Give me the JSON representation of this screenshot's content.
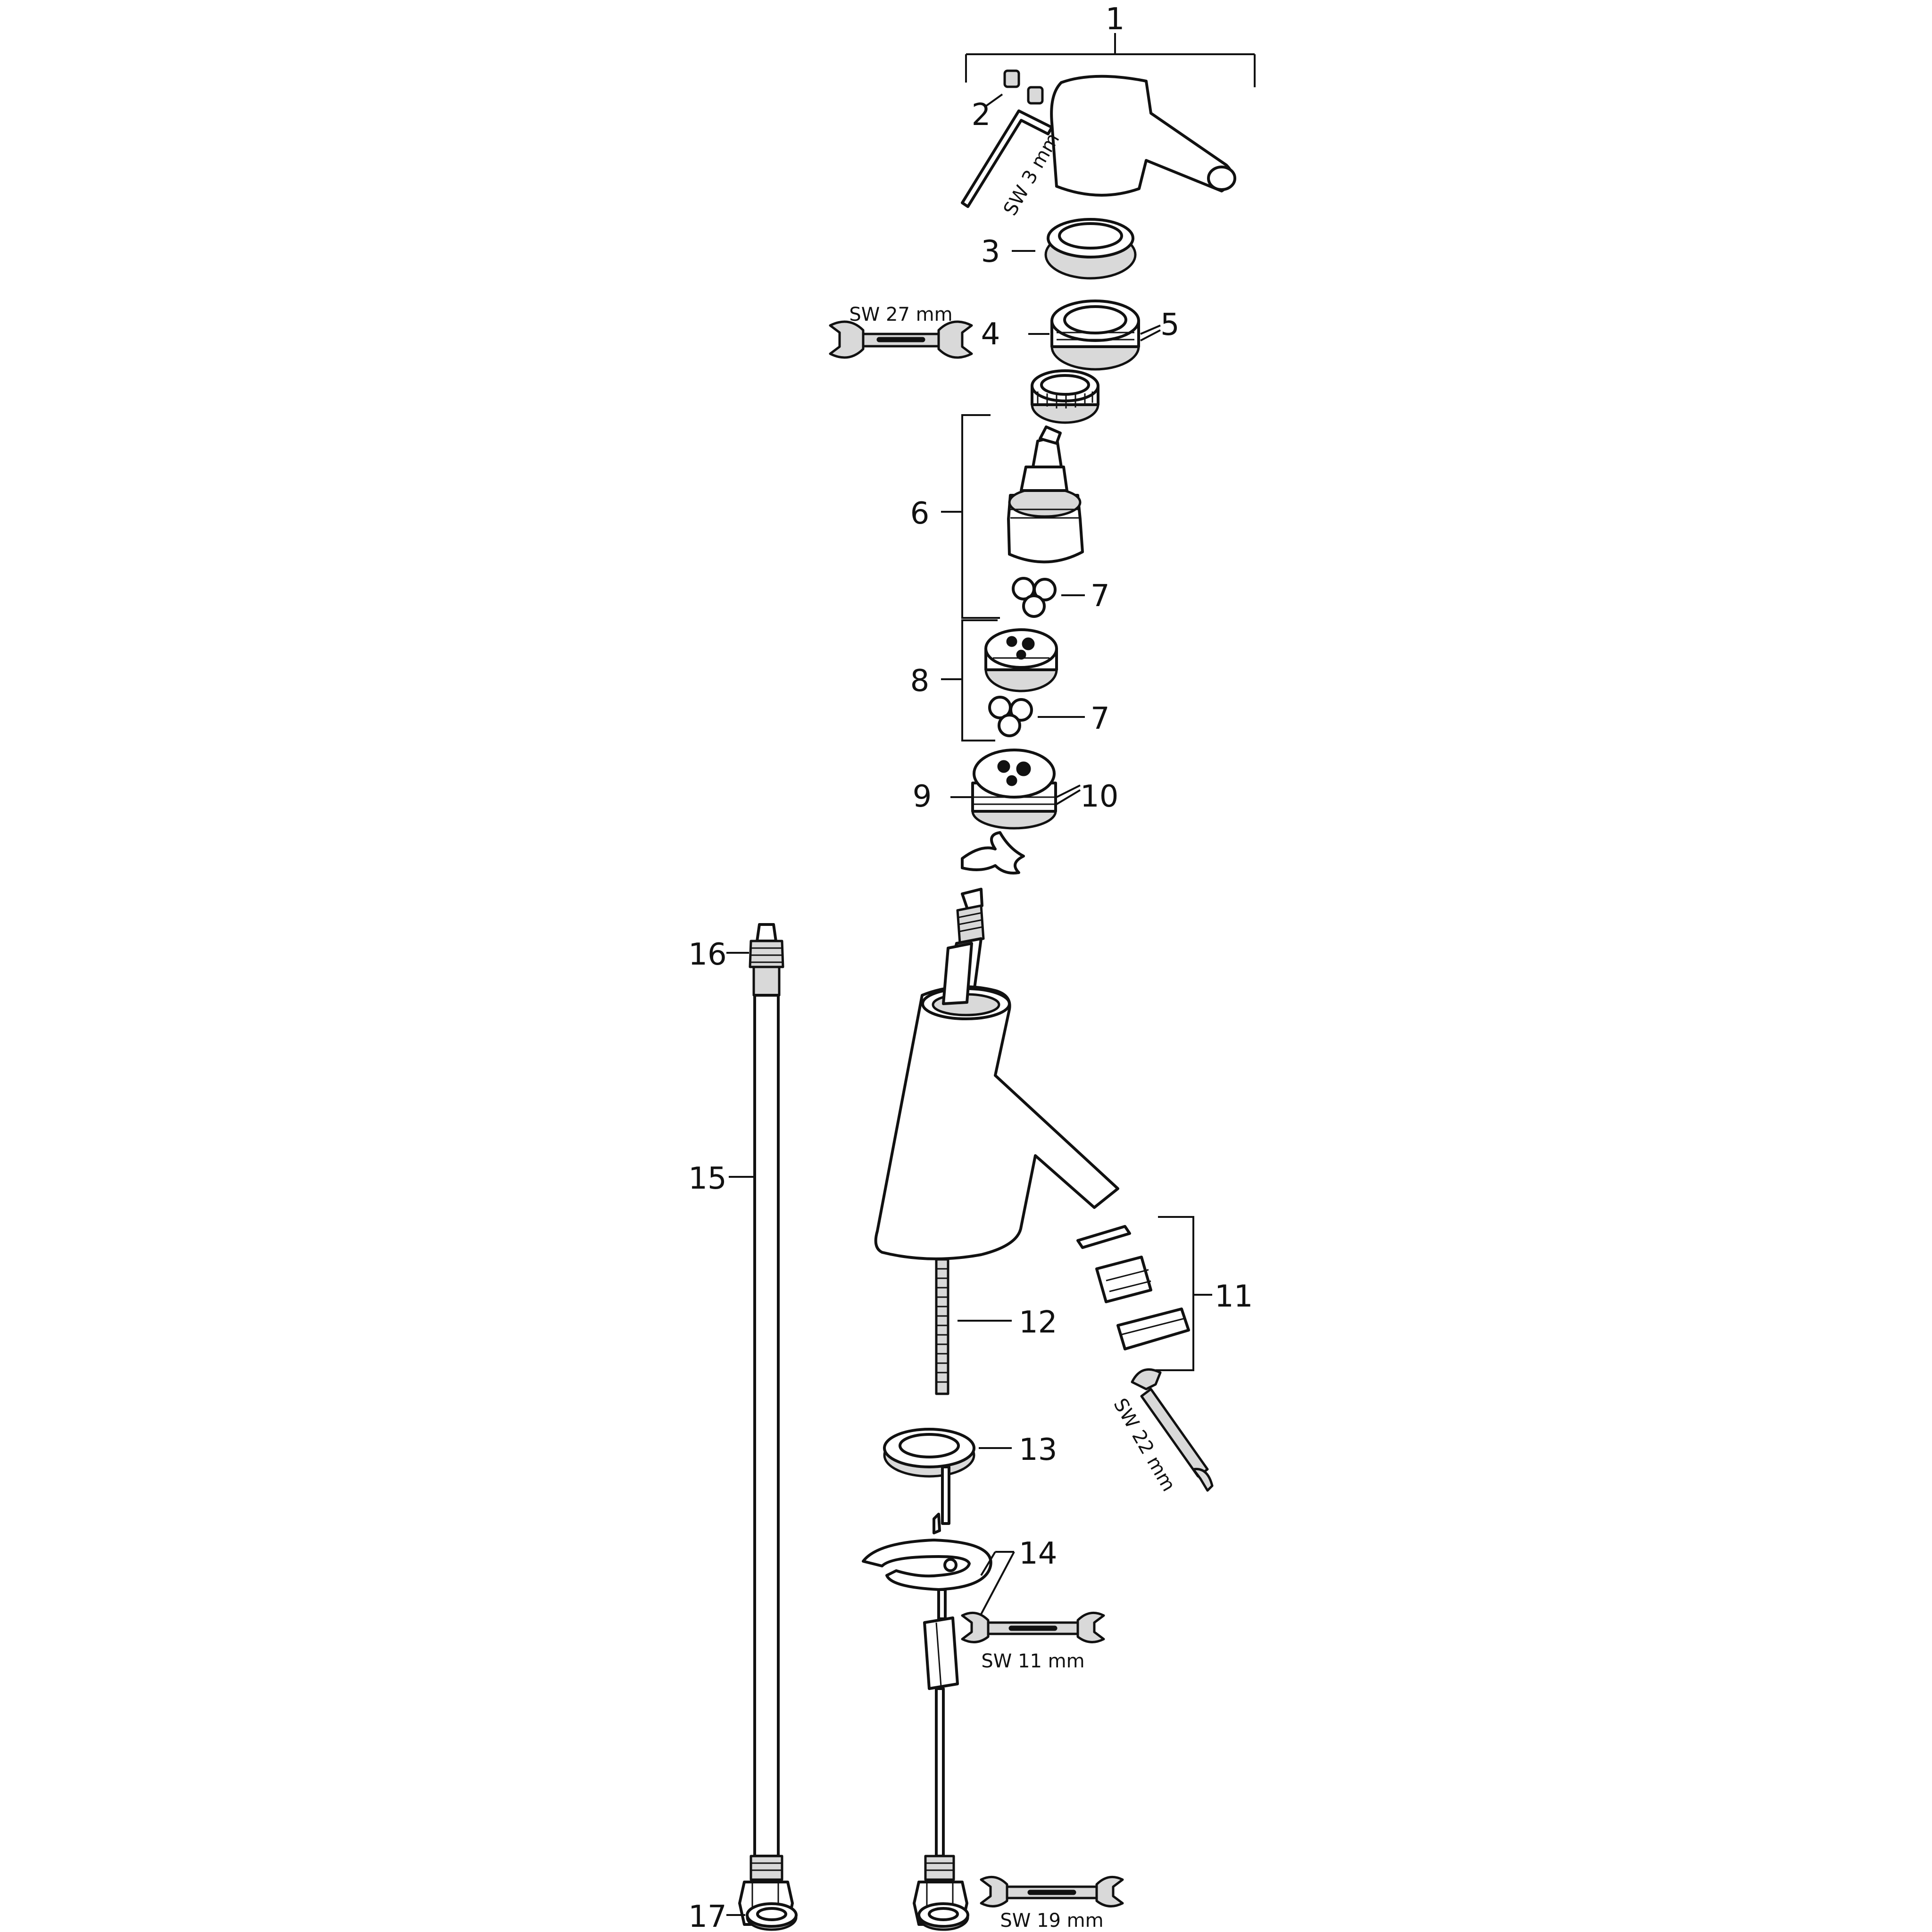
{
  "callouts": {
    "c1": "1",
    "c2": "2",
    "c3": "3",
    "c4": "4",
    "c5": "5",
    "c6": "6",
    "c7a": "7",
    "c7b": "7",
    "c8": "8",
    "c9": "9",
    "c10": "10",
    "c11": "11",
    "c12": "12",
    "c13": "13",
    "c14": "14",
    "c15": "15",
    "c16": "16",
    "c17": "17"
  },
  "tools": {
    "hex_key": "SW 3 mm",
    "wrench_27": "SW 27 mm",
    "wrench_22": "SW 22 mm",
    "wrench_11": "SW 11 mm",
    "wrench_19": "SW 19 mm"
  },
  "colors": {
    "line": "#111111",
    "fill_grey": "#d9d9d9",
    "background": "#ffffff"
  }
}
